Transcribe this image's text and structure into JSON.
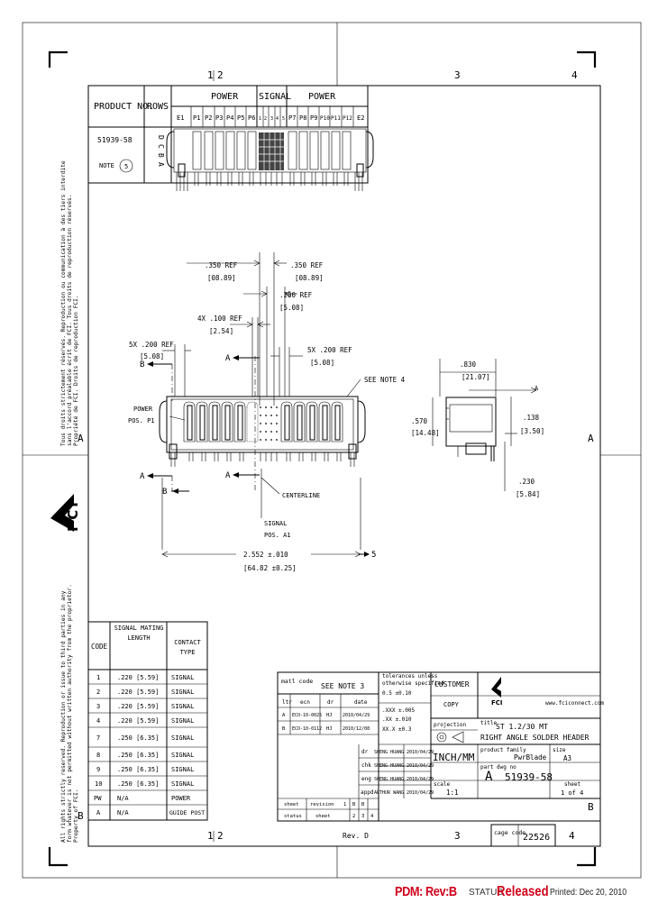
{
  "border": {
    "top_zones": [
      "1",
      "2",
      "3",
      "4"
    ],
    "bottom_zones": [
      "1",
      "2",
      "3",
      "4"
    ],
    "side_zones": [
      "A",
      "B"
    ]
  },
  "side_notice": {
    "upper_line1": "Tous droits strictement réservés. Reproduction ou communication à des tiers interdite",
    "upper_line2": "sans l'accord préalable écrit de FCI. Tous droits de reproduction réservés.",
    "upper_line3": "Propriété de FCI. Droits de reproduction FCI.",
    "lower_line1": "All rights strictly reserved. Reproduction or issue to third parties in any",
    "lower_line2": "form whatever is not permitted without written authority from the proprietor.",
    "lower_line3": "Property of FCI."
  },
  "logo": {
    "letters": "FCI"
  },
  "top_table": {
    "product_header": "PRODUCT NO.",
    "rows_header": "ROWS",
    "power_group": "POWER",
    "signal_group": "SIGNAL",
    "power_group_right": "POWER",
    "pin_left": [
      "E1",
      "P1",
      "P2",
      "P3",
      "P4",
      "P5",
      "P6"
    ],
    "signal_cols": [
      "1",
      "2",
      "3",
      "4",
      "5"
    ],
    "pin_right": [
      "P7",
      "P8",
      "P9",
      "P10",
      "P11",
      "P12",
      "E2"
    ],
    "product_value": "51939-58",
    "note_label": "NOTE",
    "note_number": "5",
    "row_letters": [
      "D",
      "C",
      "B",
      "A"
    ]
  },
  "front_view": {
    "ref_left_value": ".350 REF",
    "ref_left_mm": "[08.89]",
    "ref_right_value": ".350 REF",
    "ref_right_mm": "[08.89]",
    "pitch_center_value": ".200 REF",
    "pitch_center_mm": "[5.08]",
    "pitch_signal_value": "4X .100 REF",
    "pitch_signal_mm": "[2.54]",
    "pitch_left_value": "5X .200 REF",
    "pitch_left_mm": "[5.08]",
    "pitch_right_value": "5X .200 REF",
    "pitch_right_mm": "[5.08]",
    "see_note": "SEE NOTE 4",
    "power_label": "POWER",
    "power_pos": "POS. P1",
    "signal_label": "SIGNAL",
    "signal_pos": "POS. A1",
    "centerline": "CENTERLINE",
    "overall_value": "2.552 ±.010",
    "overall_mm": "[64.82 ±0.25]",
    "section_a": "A",
    "section_b": "B",
    "note_ref": "5"
  },
  "side_view": {
    "width_value": ".830",
    "width_mm": "[21.07]",
    "height_value": ".570",
    "height_mm": "[14.48]",
    "tail_value": ".138",
    "tail_mm": "[3.50]",
    "pin_value": ".230",
    "pin_mm": "[5.84]",
    "section_letter": "A"
  },
  "code_table": {
    "headers": [
      "CODE",
      "SIGNAL MATING LENGTH",
      "CONTACT TYPE"
    ],
    "rows": [
      [
        "1",
        ".220 [5.59]",
        "SIGNAL"
      ],
      [
        "2",
        ".220 [5.59]",
        "SIGNAL"
      ],
      [
        "3",
        ".220 [5.59]",
        "SIGNAL"
      ],
      [
        "4",
        ".220 [5.59]",
        "SIGNAL"
      ],
      [
        "7",
        ".250 [6.35]",
        "SIGNAL"
      ],
      [
        "8",
        ".250 [6.35]",
        "SIGNAL"
      ],
      [
        "9",
        ".250 [6.35]",
        "SIGNAL"
      ],
      [
        "10",
        ".250 [6.35]",
        "SIGNAL"
      ],
      [
        "PW",
        "N/A",
        "POWER"
      ],
      [
        "A",
        "N/A",
        "GUIDE POST"
      ]
    ]
  },
  "title_block": {
    "mat_code_label": "matl code",
    "mat_code_value": "SEE NOTE 3",
    "tolerances_1": "tolerances unless",
    "tolerances_2": "otherwise specified",
    "tol_angle": "0.5 ±0.10",
    "tol_3pl": ".XXX ±.005",
    "tol_2pl": ".XX ±.010",
    "tol_line4": "XX.X ±0.3",
    "customer_label": "CUSTOMER",
    "copy_label": "COPY",
    "company": "FCI",
    "website": "www.fciconnect.com",
    "projection_label": "projection",
    "title_label": "title",
    "title_line1": "ST 1.2/30 MT",
    "title_line2": "RIGHT ANGLE SOLDER HEADER",
    "rev_header": [
      "ltr",
      "ecn",
      "dr",
      "date"
    ],
    "rev_rows": [
      [
        "A",
        "ECO-10-0025",
        "HJ",
        "2010/04/29"
      ],
      [
        "B",
        "ECO-10-0112",
        "HJ",
        "2010/12/08"
      ]
    ],
    "units": "INCH/MM",
    "product_family_label": "product family",
    "product_family_value": "PwrBlade",
    "size_label": "size",
    "size_value": "A3",
    "drawing_no_label": "part dwg no",
    "drawing_no_prefix": "A",
    "drawing_no_value": "51939-58",
    "scale_label": "scale",
    "scale_value": "1:1",
    "sheet_label": "sheet",
    "sheet_value": "1 of 4",
    "signoffs": [
      [
        "dr",
        "SHENG HUANG",
        "2010/04/29"
      ],
      [
        "chk",
        "SHENG HUANG",
        "2010/04/29"
      ],
      [
        "eng",
        "SHENG HUANG",
        "2010/04/29"
      ],
      [
        "appd",
        "ARTHUR WANG",
        "2010/04/29"
      ]
    ],
    "sheet_revision_label": "sheet",
    "revision_label": "revision",
    "status_label": "status",
    "sheet_numbers": [
      "1",
      "2",
      "3",
      "4"
    ],
    "revision_letters": [
      "B",
      "B",
      "B",
      "B"
    ],
    "cage_code_label": "cage code",
    "cage_code_value": "22526"
  },
  "bottom_rev_marker": "Rev. D",
  "footer": {
    "pdm": "PDM: Rev:B",
    "status_label": "STATUS",
    "status_value": "Released",
    "printed": "Printed: Dec 20, 2010"
  }
}
